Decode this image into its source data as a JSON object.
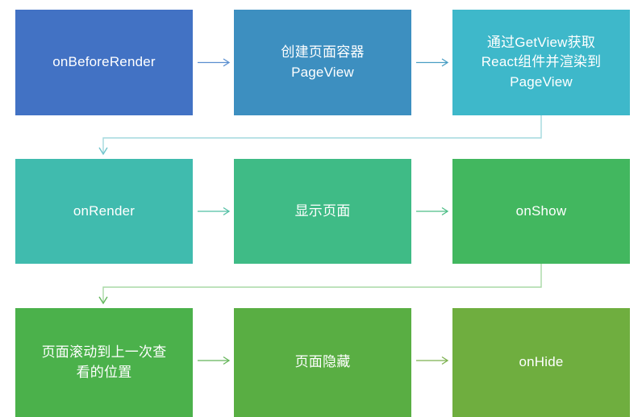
{
  "diagram": {
    "title": "PageView lifecycle flow",
    "background": "#ffffff",
    "nodes": [
      {
        "id": "n1",
        "label": "onBeforeRender",
        "color": "#4272c4",
        "row": 1,
        "col": 1
      },
      {
        "id": "n2",
        "label": "创建页面容器\nPageView",
        "color": "#3d8fc0",
        "row": 1,
        "col": 2
      },
      {
        "id": "n3",
        "label": "通过GetView获取\nReact组件并渲染到\nPageView",
        "color": "#3eb8ca",
        "row": 1,
        "col": 3
      },
      {
        "id": "n4",
        "label": "onRender",
        "color": "#40bbae",
        "row": 2,
        "col": 1
      },
      {
        "id": "n5",
        "label": "显示页面",
        "color": "#3fbb86",
        "row": 2,
        "col": 2
      },
      {
        "id": "n6",
        "label": "onShow",
        "color": "#42b75f",
        "row": 2,
        "col": 3
      },
      {
        "id": "n7",
        "label": "页面滚动到上一次查\n看的位置",
        "color": "#4bb14b",
        "row": 3,
        "col": 1
      },
      {
        "id": "n8",
        "label": "页面隐藏",
        "color": "#59ae43",
        "row": 3,
        "col": 2
      },
      {
        "id": "n9",
        "label": "onHide",
        "color": "#6fae3f",
        "row": 3,
        "col": 3
      }
    ],
    "edges": [
      {
        "id": "e1",
        "from": "n1",
        "to": "n2",
        "kind": "horizontal",
        "color": "#5b8fd0"
      },
      {
        "id": "e2",
        "from": "n2",
        "to": "n3",
        "kind": "horizontal",
        "color": "#4a9ec4"
      },
      {
        "id": "e3",
        "from": "n3",
        "to": "n4",
        "kind": "wrap-down",
        "color": "#a3d9dd"
      },
      {
        "id": "e4",
        "from": "n4",
        "to": "n5",
        "kind": "horizontal",
        "color": "#52bfa4"
      },
      {
        "id": "e5",
        "from": "n5",
        "to": "n6",
        "kind": "horizontal",
        "color": "#4dbd86"
      },
      {
        "id": "e6",
        "from": "n6",
        "to": "n7",
        "kind": "wrap-down",
        "color": "#a8d9a5"
      },
      {
        "id": "e7",
        "from": "n7",
        "to": "n8",
        "kind": "horizontal",
        "color": "#65b55a"
      },
      {
        "id": "e8",
        "from": "n8",
        "to": "n9",
        "kind": "horizontal",
        "color": "#7cb14f"
      }
    ]
  }
}
